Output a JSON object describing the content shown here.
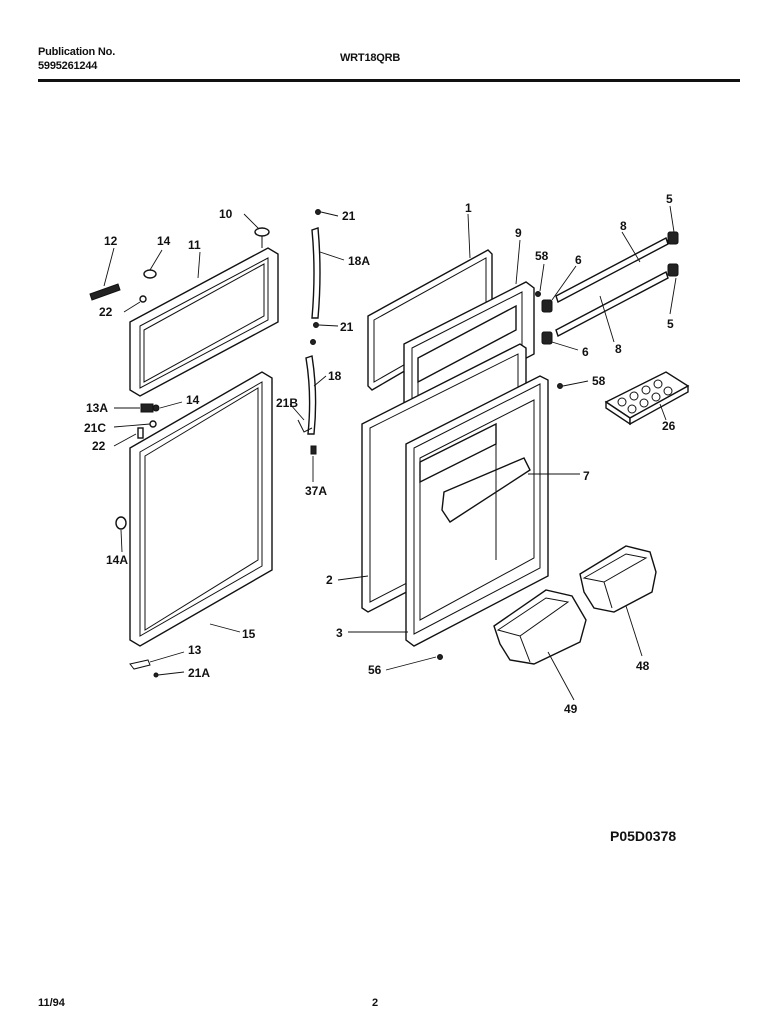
{
  "header": {
    "publication_label": "Publication No.",
    "publication_number": "5995261244",
    "model": "WRT18QRB"
  },
  "footer": {
    "date": "11/94",
    "page": "2"
  },
  "diagram_code": "P05D0378",
  "callouts": {
    "c1": "1",
    "c2": "2",
    "c3": "3",
    "c5a": "5",
    "c5b": "5",
    "c6a": "6",
    "c6b": "6",
    "c7": "7",
    "c8a": "8",
    "c8b": "8",
    "c9": "9",
    "c10": "10",
    "c11": "11",
    "c12": "12",
    "c13": "13",
    "c13A": "13A",
    "c14a": "14",
    "c14b": "14",
    "c14A": "14A",
    "c15": "15",
    "c18": "18",
    "c18A": "18A",
    "c21a": "21",
    "c21b": "21",
    "c21A": "21A",
    "c21B": "21B",
    "c21C": "21C",
    "c22a": "22",
    "c22b": "22",
    "c26": "26",
    "c37A": "37A",
    "c48": "48",
    "c49": "49",
    "c56": "56",
    "c58a": "58",
    "c58b": "58"
  }
}
